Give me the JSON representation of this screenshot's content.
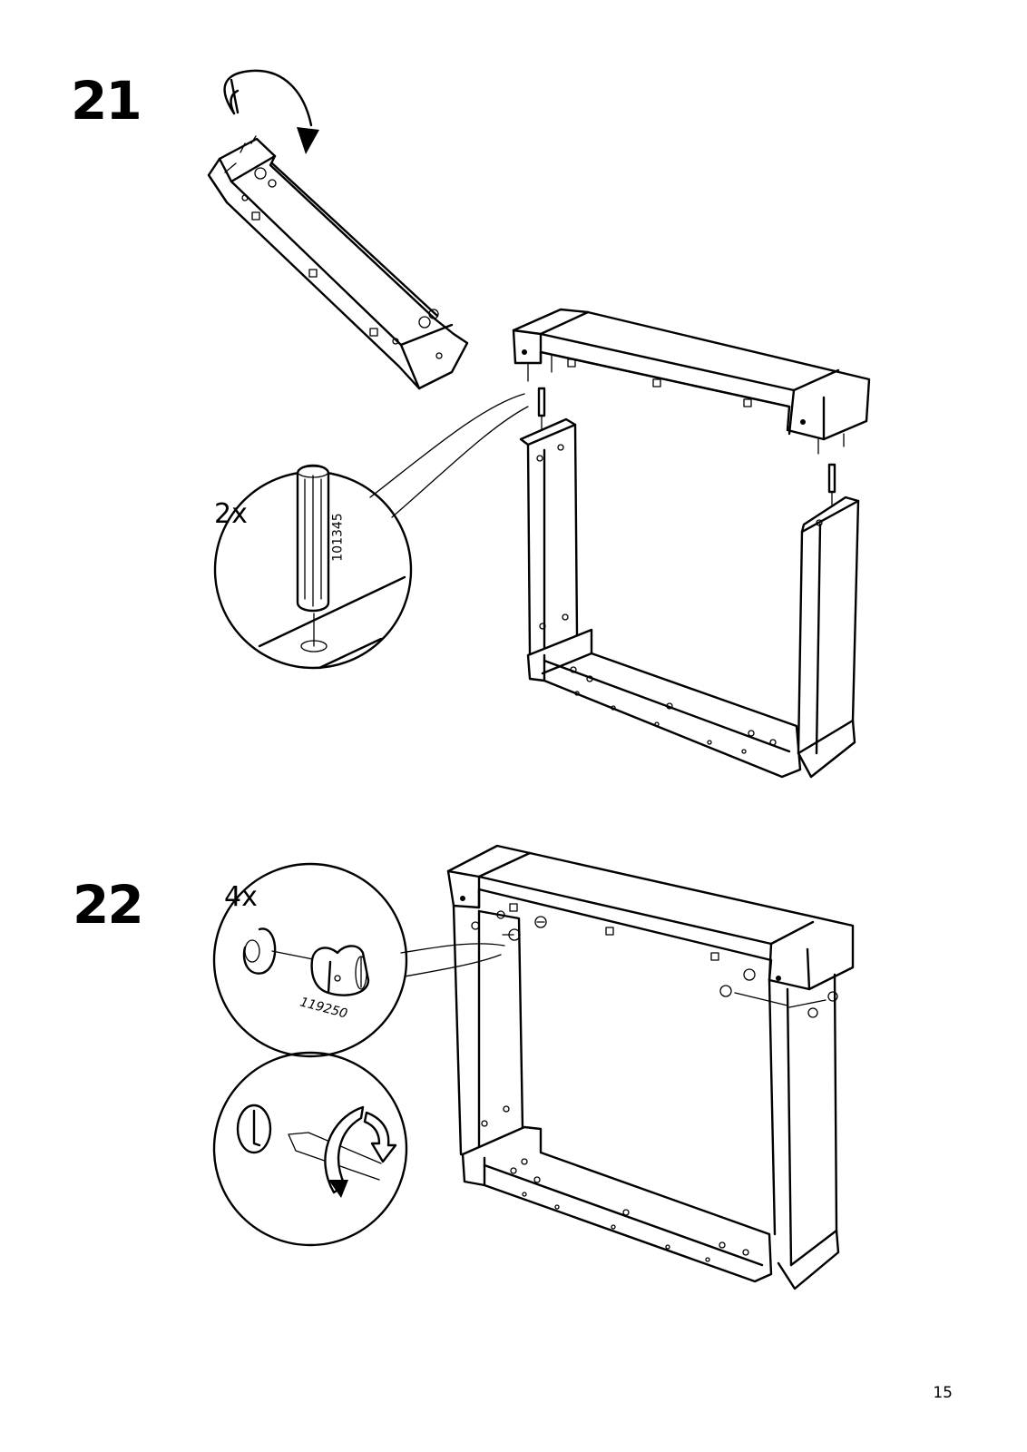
{
  "page": {
    "number": "15"
  },
  "steps": [
    {
      "number": "21",
      "quantity": "2x",
      "part_number": "101345",
      "icons": [
        "rotate-arrow-icon",
        "dowel-pin-icon",
        "frame-top-panel-icon",
        "frame-sides-icon"
      ]
    },
    {
      "number": "22",
      "quantity": "4x",
      "part_number": "119250",
      "icons": [
        "cam-lock-icon",
        "screwdriver-turn-icon",
        "assembled-frame-icon"
      ]
    }
  ]
}
